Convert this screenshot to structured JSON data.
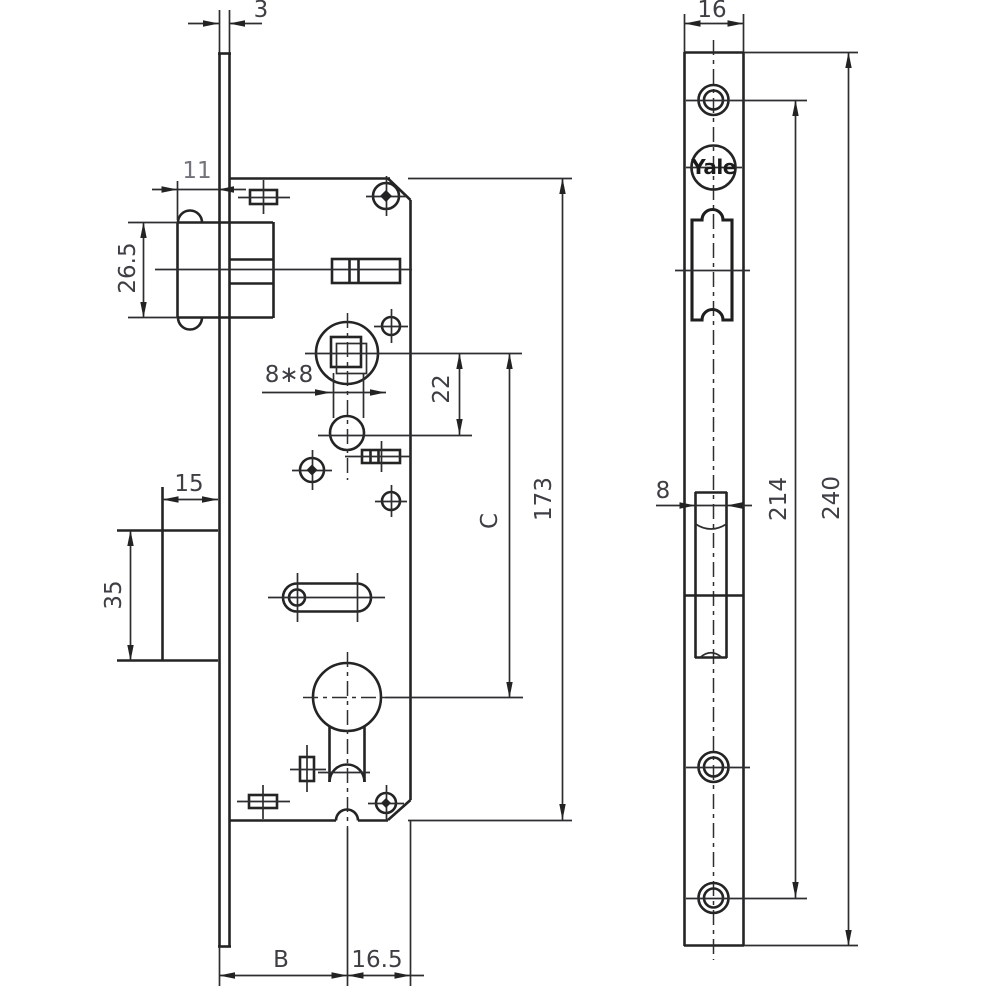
{
  "title": "Yale mortise lock dimensional drawing",
  "colors": {
    "line": "#242424",
    "dim_text": "#3e3e44",
    "muted_text": "#73737b",
    "background": "#ffffff"
  },
  "drawing": {
    "side_view": {
      "dims": {
        "faceplate_thickness": "3",
        "latch_projection": "11",
        "latch_height": "26.5",
        "strike_offset": "15",
        "cutout_height": "35",
        "spindle_size": "8∗8",
        "hub_spacing": "22",
        "hub_to_cylinder": "C",
        "case_height": "173",
        "backset": "B",
        "cylinder_to_edge": "16.5"
      }
    },
    "front_view": {
      "dims": {
        "plate_width": "16",
        "slot_width": "8",
        "screw_spacing": "214",
        "plate_length": "240"
      },
      "logo": "Yale"
    }
  }
}
